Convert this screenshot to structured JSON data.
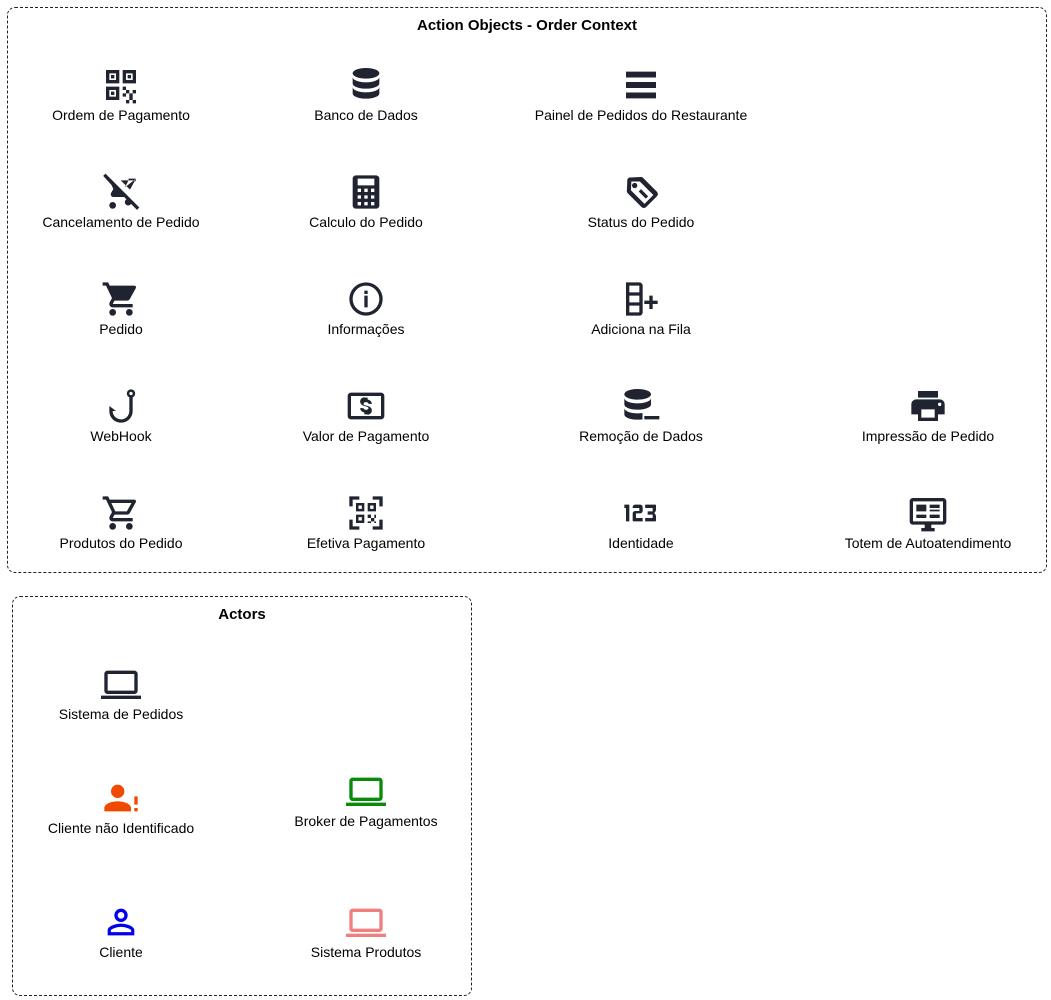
{
  "groups": {
    "action_objects": {
      "title": "Action Objects - Order Context",
      "items": [
        {
          "label": "Ordem de Pagamento",
          "icon": "qr-code-icon"
        },
        {
          "label": "Banco de Dados",
          "icon": "database-icon"
        },
        {
          "label": "Painel de Pedidos do Restaurante",
          "icon": "list-panel-icon"
        },
        {
          "label": "Cancelamento de Pedido",
          "icon": "cart-off-icon"
        },
        {
          "label": "Calculo do Pedido",
          "icon": "calculator-icon"
        },
        {
          "label": "Status do Pedido",
          "icon": "tag-icon"
        },
        {
          "label": "Pedido",
          "icon": "cart-icon"
        },
        {
          "label": "Informações",
          "icon": "info-icon"
        },
        {
          "label": "Adiciona na Fila",
          "icon": "queue-add-icon"
        },
        {
          "label": "WebHook",
          "icon": "hook-icon"
        },
        {
          "label": "Valor de Pagamento",
          "icon": "money-icon"
        },
        {
          "label": "Remoção de Dados",
          "icon": "database-remove-icon"
        },
        {
          "label": "Impressão de Pedido",
          "icon": "printer-icon"
        },
        {
          "label": "Produtos do Pedido",
          "icon": "cart-outline-icon"
        },
        {
          "label": "Efetiva Pagamento",
          "icon": "qr-scan-icon"
        },
        {
          "label": "Identidade",
          "icon": "numeric-icon"
        },
        {
          "label": "Totem de Autoatendimento",
          "icon": "kiosk-icon"
        }
      ]
    },
    "actors": {
      "title": "Actors",
      "items": [
        {
          "label": "Sistema de Pedidos",
          "icon": "laptop-icon",
          "color": "#1f2430"
        },
        {
          "label": "Cliente não Identificado",
          "icon": "person-alert-icon",
          "color": "#f04a00"
        },
        {
          "label": "Broker de Pagamentos",
          "icon": "laptop-icon",
          "color": "#0a8a0a"
        },
        {
          "label": "Cliente",
          "icon": "person-outline-icon",
          "color": "#0000ee"
        },
        {
          "label": "Sistema Produtos",
          "icon": "laptop-icon",
          "color": "#f08080"
        }
      ]
    }
  },
  "colors": {
    "icon_default": "#1f2430",
    "border": "#222222"
  }
}
